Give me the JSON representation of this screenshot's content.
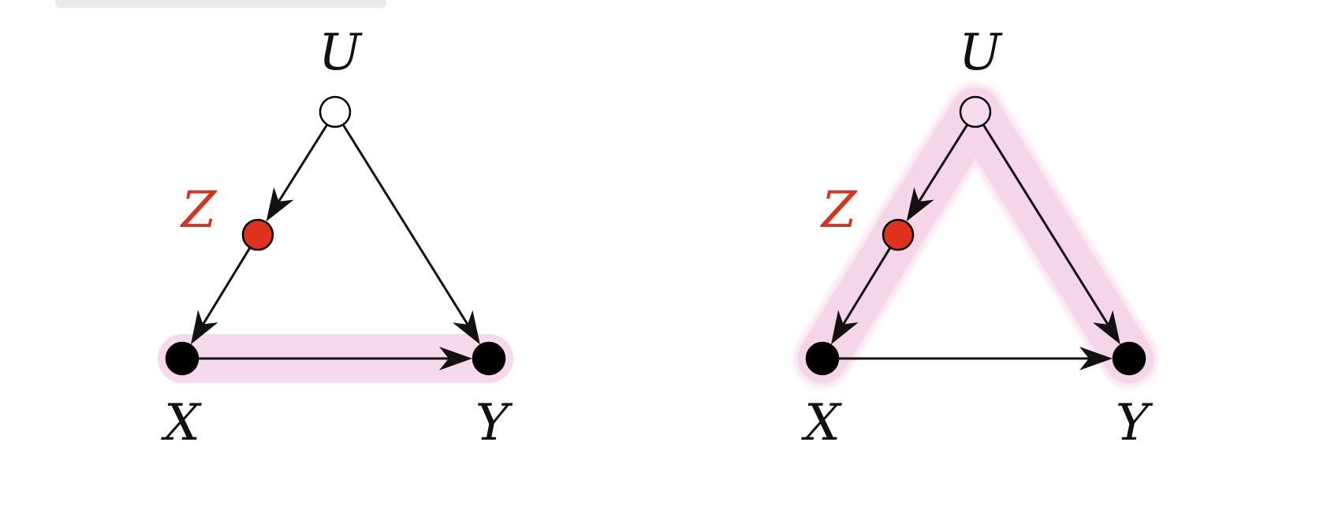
{
  "colors": {
    "edge": "#111111",
    "observed_node": "#000000",
    "latent_node": "#ffffff",
    "instrument_node": "#e0301e",
    "instrument_label": "#d8321f",
    "path_highlight": "#f4d2e6"
  },
  "panels": [
    {
      "nodes": {
        "U": {
          "label": "U",
          "type": "latent"
        },
        "Z": {
          "label": "Z",
          "type": "instrument"
        },
        "X": {
          "label": "X",
          "type": "observed"
        },
        "Y": {
          "label": "Y",
          "type": "observed"
        }
      },
      "edges": [
        {
          "from": "U",
          "to": "Z"
        },
        {
          "from": "Z",
          "to": "X"
        },
        {
          "from": "U",
          "to": "Y"
        },
        {
          "from": "X",
          "to": "Y"
        }
      ],
      "highlighted_path": [
        "X",
        "Y"
      ]
    },
    {
      "nodes": {
        "U": {
          "label": "U",
          "type": "latent"
        },
        "Z": {
          "label": "Z",
          "type": "instrument"
        },
        "X": {
          "label": "X",
          "type": "observed"
        },
        "Y": {
          "label": "Y",
          "type": "observed"
        }
      },
      "edges": [
        {
          "from": "U",
          "to": "Z"
        },
        {
          "from": "Z",
          "to": "X"
        },
        {
          "from": "U",
          "to": "Y"
        },
        {
          "from": "X",
          "to": "Y"
        }
      ],
      "highlighted_path": [
        "X",
        "Z",
        "U",
        "Y"
      ]
    }
  ]
}
